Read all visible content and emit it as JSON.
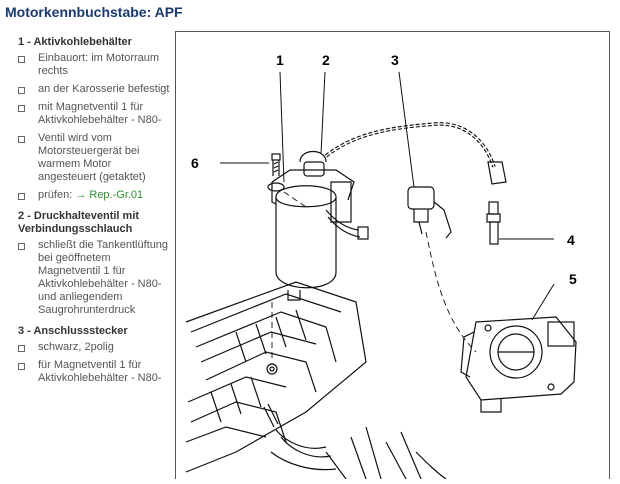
{
  "page": {
    "title": "Motorkennbuchstabe: APF"
  },
  "legend": [
    {
      "head": "1 - Aktivkohlebehälter",
      "subs": [
        "Einbauort: im Motorraum rechts",
        "an der Karosserie befestigt",
        "mit Magnetventil 1 für Aktivkohlebehälter - N80-",
        "Ventil wird vom Motorsteuergerät bei warmem Motor angesteuert (getaktet)"
      ],
      "check_label": "prüfen:",
      "check_link": "→ Rep.-Gr.01"
    },
    {
      "head": "2 - Druckhalteventil mit Verbindungsschlauch",
      "subs": [
        "schließt die Tankentlüftung bei geöffnetem Magnetventil 1 für Aktivkohlebehälter - N80- und anliegendem Saugrohrunterdruck"
      ]
    },
    {
      "head": "3 - Anschlussstecker",
      "subs": [
        "schwarz, 2polig",
        "für Magnetventil 1 für Aktivkohlebehälter - N80-"
      ]
    }
  ],
  "figure": {
    "callouts": [
      "1",
      "2",
      "3",
      "4",
      "5",
      "6"
    ]
  }
}
